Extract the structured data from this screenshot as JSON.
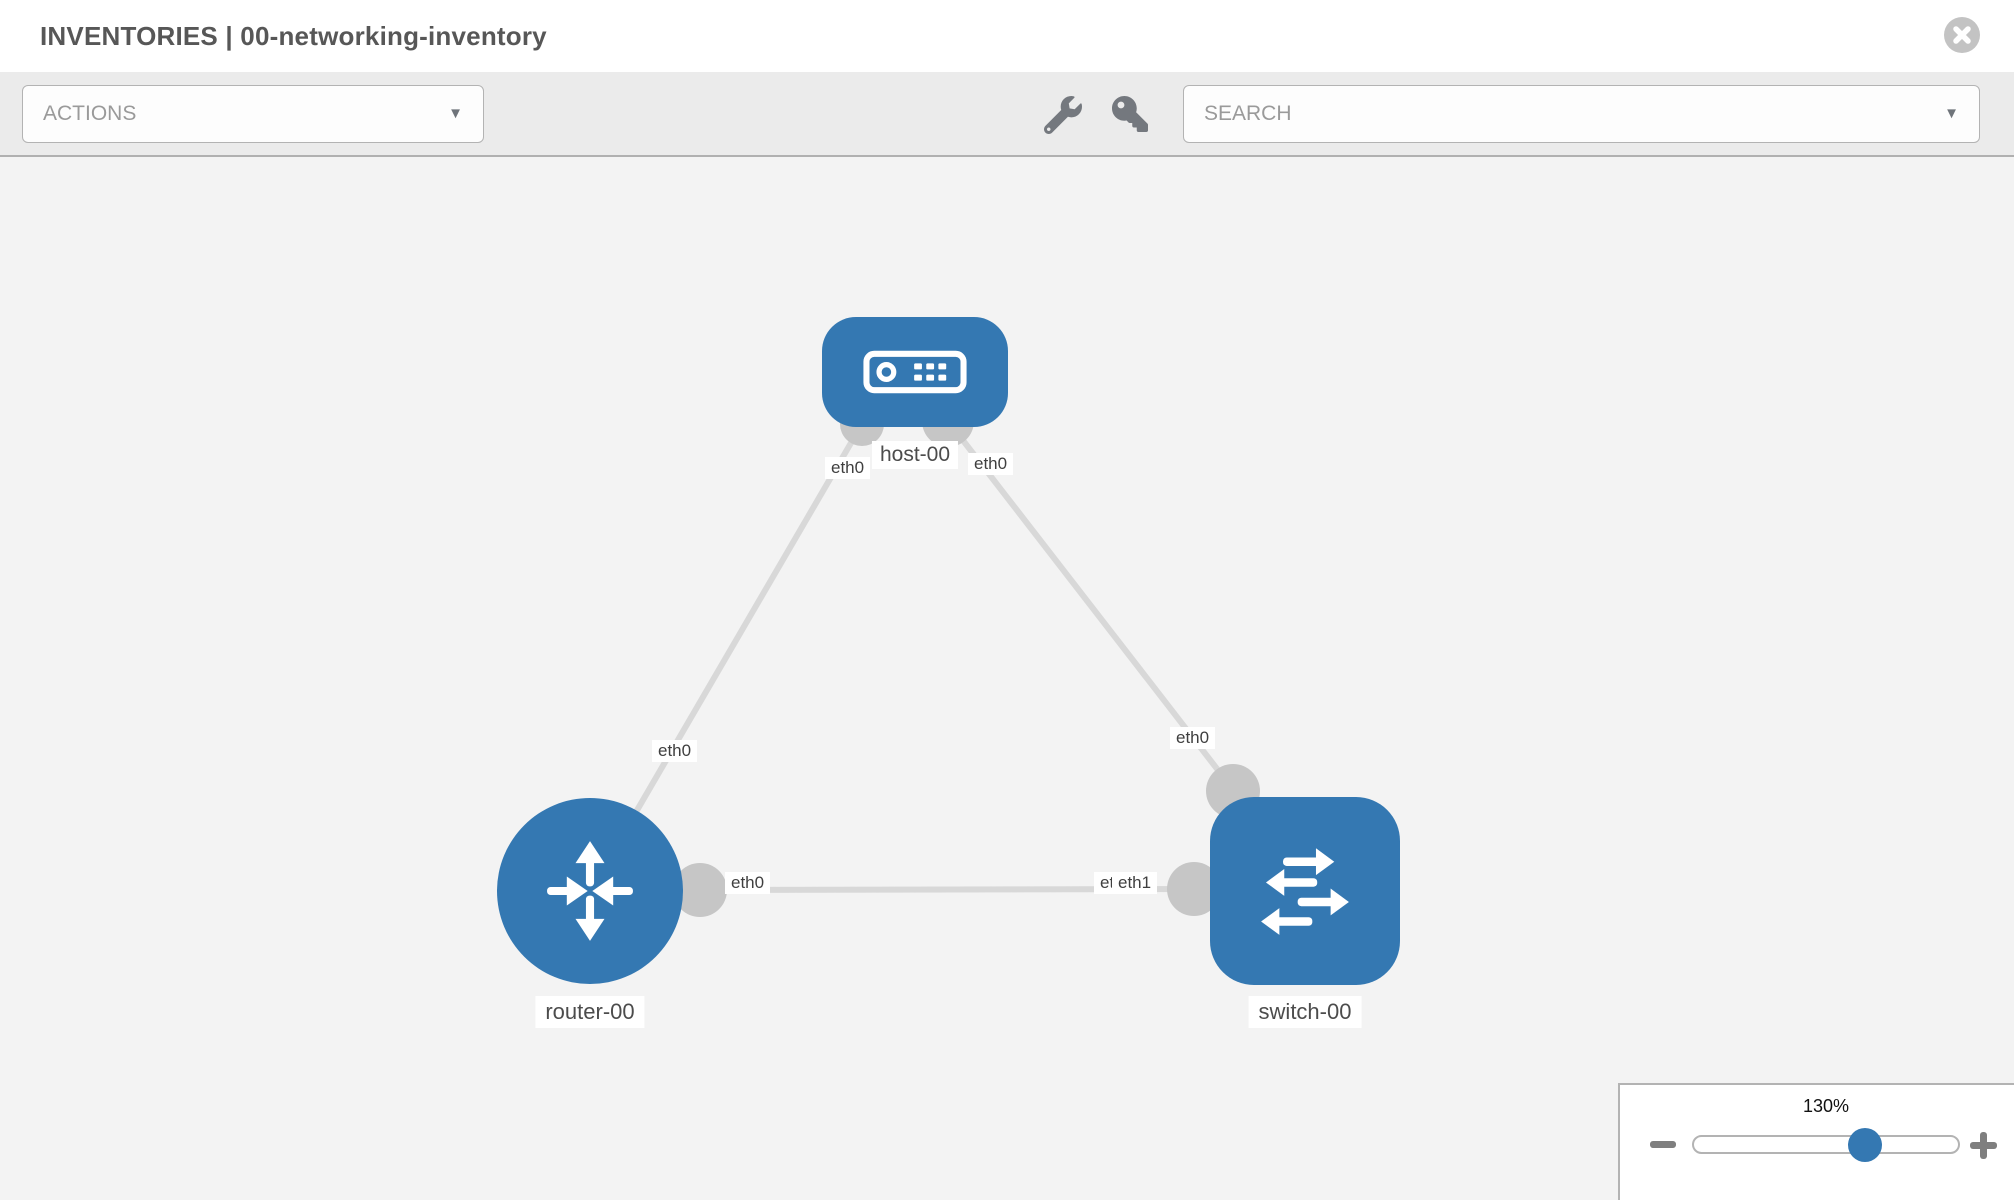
{
  "header": {
    "title": "INVENTORIES | 00-networking-inventory",
    "close_icon": "times-circle-icon"
  },
  "toolbar": {
    "actions_dropdown": {
      "placeholder": "ACTIONS",
      "caret_icon": "caret-down-icon"
    },
    "wrench_icon": "wrench-icon",
    "key_icon": "key-icon",
    "search_dropdown": {
      "placeholder": "SEARCH",
      "caret_icon": "caret-down-icon"
    }
  },
  "canvas": {
    "nodes": [
      {
        "label": "host-00",
        "type": "host",
        "icon": "host-device-icon"
      },
      {
        "label": "router-00",
        "type": "router",
        "icon": "router-arrows-icon"
      },
      {
        "label": "switch-00",
        "type": "switch",
        "icon": "switch-arrows-icon"
      }
    ],
    "links": [
      {
        "from": "host-00",
        "to": "router-00",
        "from_iface": "eth0",
        "to_iface": "eth0"
      },
      {
        "from": "host-00",
        "to": "switch-00",
        "from_iface": "eth0",
        "to_iface": "eth0"
      },
      {
        "from": "router-00",
        "to": "switch-00",
        "from_iface": "eth0",
        "to_iface": "eth1",
        "to_iface_overlapped": "eth0"
      }
    ]
  },
  "zoom_panel": {
    "level": "130%",
    "minus_icon": "minus-icon",
    "plus_icon": "plus-icon"
  },
  "colors": {
    "node_blue": "#3478b2",
    "link_gray": "#d8d8d8",
    "connector_gray": "#c6c6c6",
    "canvas_bg": "#f3f3f3",
    "toolbar_bg": "#ebebeb",
    "control_border": "#b3b3b3",
    "title_text": "#575757",
    "placeholder_text": "#9a9a9a",
    "slider_thumb_blue": "#3478b2"
  }
}
